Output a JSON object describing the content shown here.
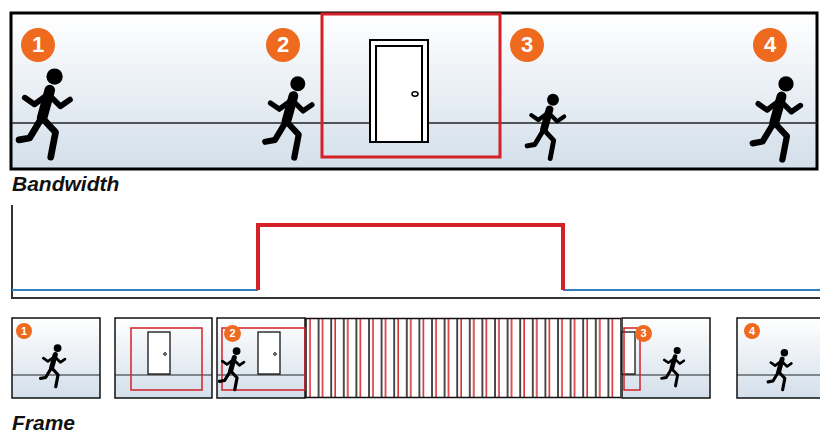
{
  "diagram": {
    "labels": [
      "1",
      "2",
      "3",
      "4",
      "Bandwidth",
      "1",
      "2",
      "3",
      "4",
      "Frame"
    ]
  }
}
